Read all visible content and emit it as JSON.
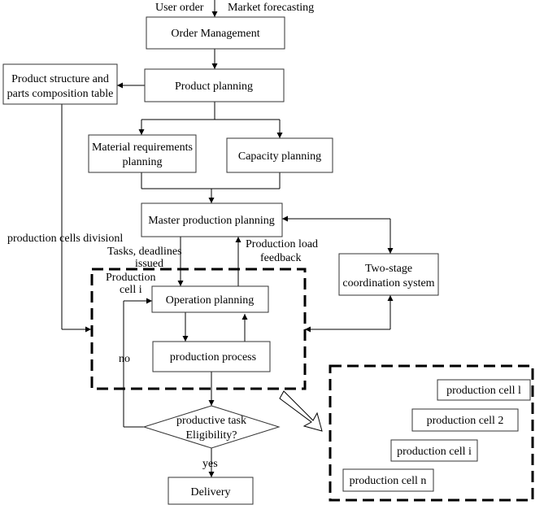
{
  "inputs": {
    "user_order": "User order",
    "market_forecasting": "Market forecasting"
  },
  "boxes": {
    "order_management": "Order Management",
    "product_planning": "Product planning",
    "product_structure": [
      "Product structure and",
      "parts composition table"
    ],
    "material_requirements": [
      "Material requirements",
      "planning"
    ],
    "capacity_planning": "Capacity planning",
    "master_production": "Master production planning",
    "operation_planning": "Operation planning",
    "production_process": "production process",
    "two_stage": [
      "Two-stage",
      "coordination system"
    ],
    "delivery": "Delivery"
  },
  "decision": [
    "productive task",
    "Eligibility?"
  ],
  "labels": {
    "cells_division": "production cells divisionl",
    "tasks_deadlines": [
      "Tasks, deadlines",
      "issued"
    ],
    "production_load": [
      "Production load",
      "feedback"
    ],
    "production_cell_i": [
      "Production",
      "cell i"
    ],
    "no": "no",
    "yes": "yes"
  },
  "cells": [
    "production cell l",
    "production cell  2",
    "production cell i",
    "production cell n"
  ]
}
